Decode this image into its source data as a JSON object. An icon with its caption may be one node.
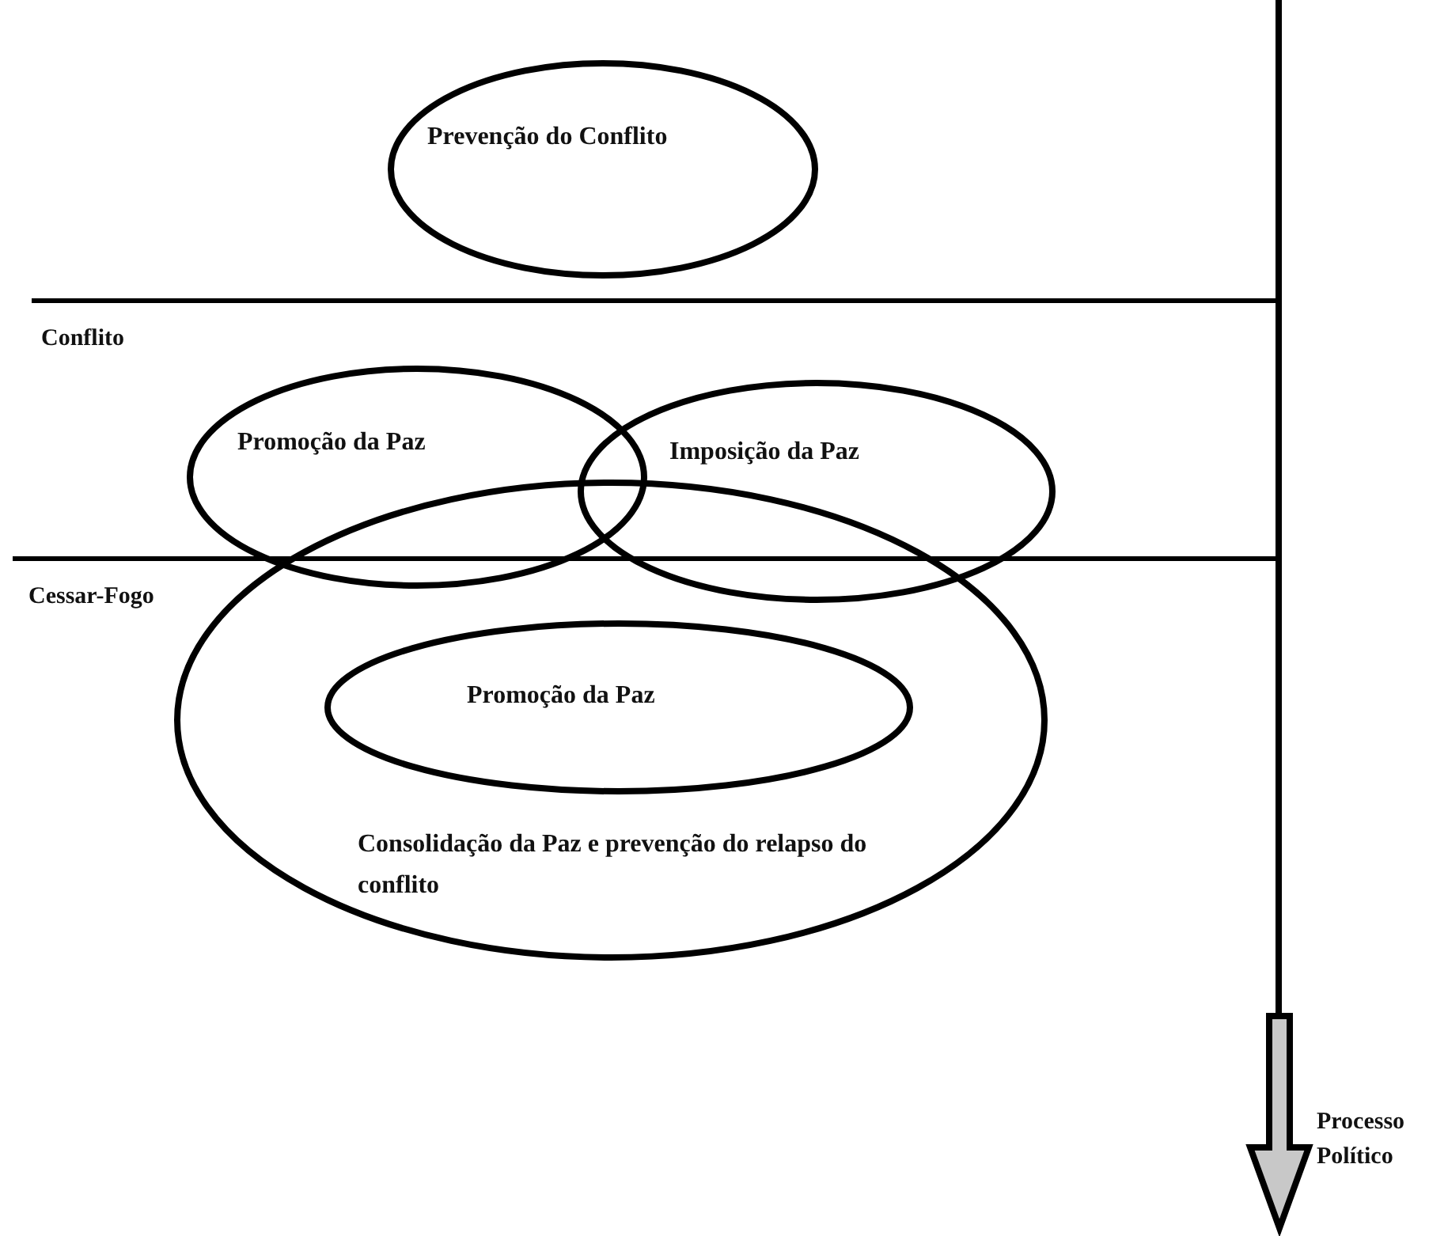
{
  "diagram": {
    "nodes": [
      {
        "text": [
          "Prevenção do Conflito"
        ]
      },
      {
        "text": [
          "Promoção da Paz"
        ]
      },
      {
        "text": [
          "Imposição da Paz"
        ]
      },
      {
        "text": [
          "Consolidação da Paz e prevenção do relapso do conflito"
        ]
      },
      {
        "text": [
          "Promoção da Paz"
        ],
        "in": 3
      }
    ],
    "labels": [
      "Conflito",
      "Cessar-Fogo",
      "Processo Político"
    ]
  }
}
